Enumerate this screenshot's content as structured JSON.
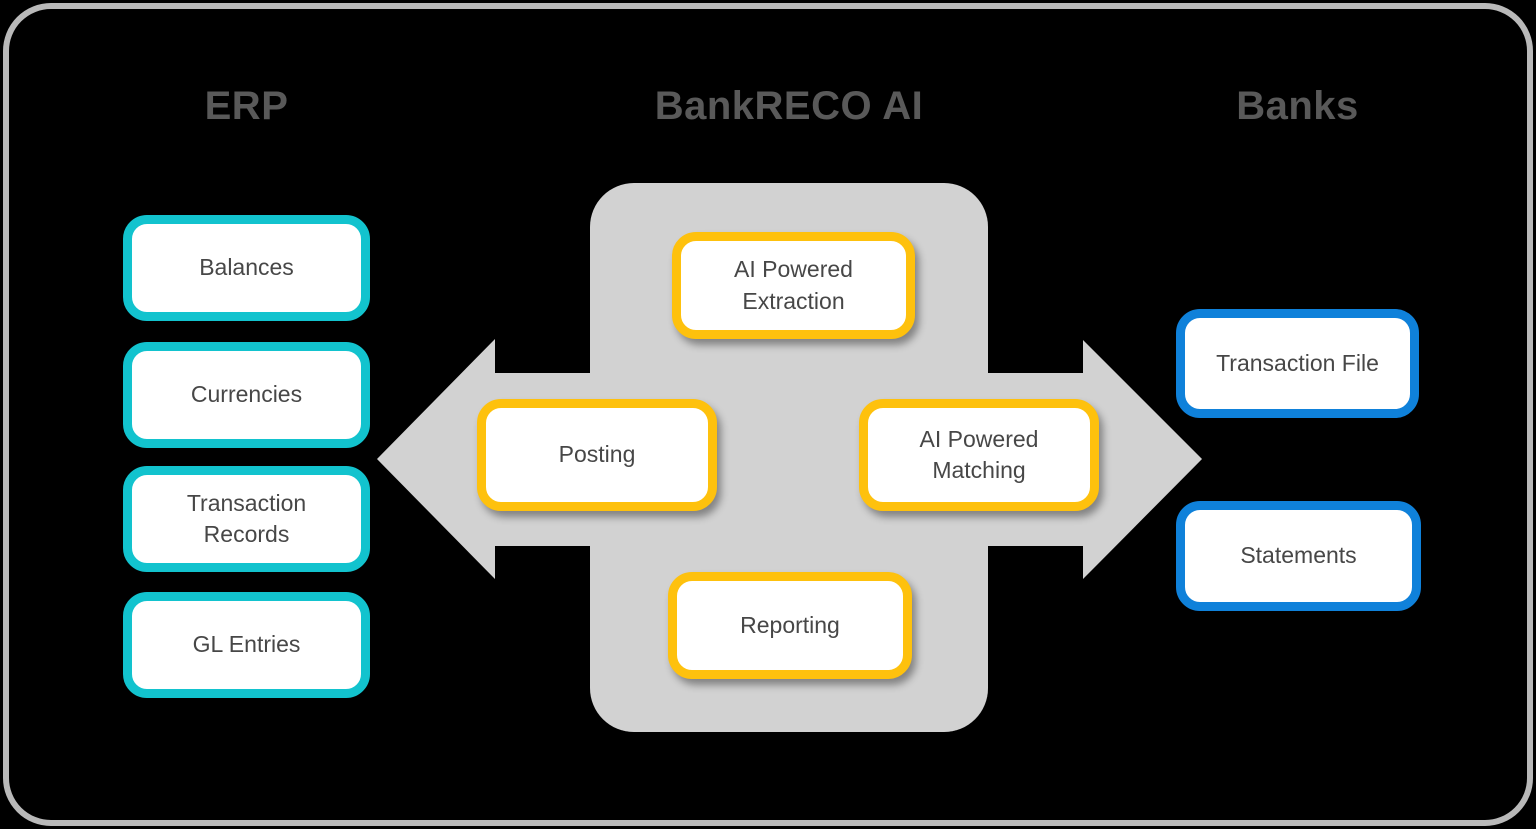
{
  "diagram": {
    "sections": {
      "erp": {
        "title": "ERP",
        "items": [
          "Balances",
          "Currencies",
          "Transaction Records",
          "GL Entries"
        ]
      },
      "center": {
        "title": "BankRECO AI",
        "items": [
          "AI Powered Extraction",
          "Posting",
          "AI Powered Matching",
          "Reporting"
        ]
      },
      "banks": {
        "title": "Banks",
        "items": [
          "Transaction File",
          "Statements"
        ]
      }
    },
    "flows": [
      {
        "from": "BankRECO AI",
        "to": "ERP",
        "shape": "left-block-arrow"
      },
      {
        "from": "BankRECO AI",
        "to": "Banks",
        "shape": "right-block-arrow"
      }
    ]
  },
  "colors": {
    "background": "#000000",
    "frame_border": "#b9b9b9",
    "container_gray": "#d2d2d2",
    "arrow_gray": "#d2d2d2",
    "erp_accent": "#12c3ce",
    "center_accent": "#fec10d",
    "banks_accent": "#0f81da",
    "title_text": "#595959",
    "box_text": "#474747",
    "box_fill": "#ffffff"
  }
}
